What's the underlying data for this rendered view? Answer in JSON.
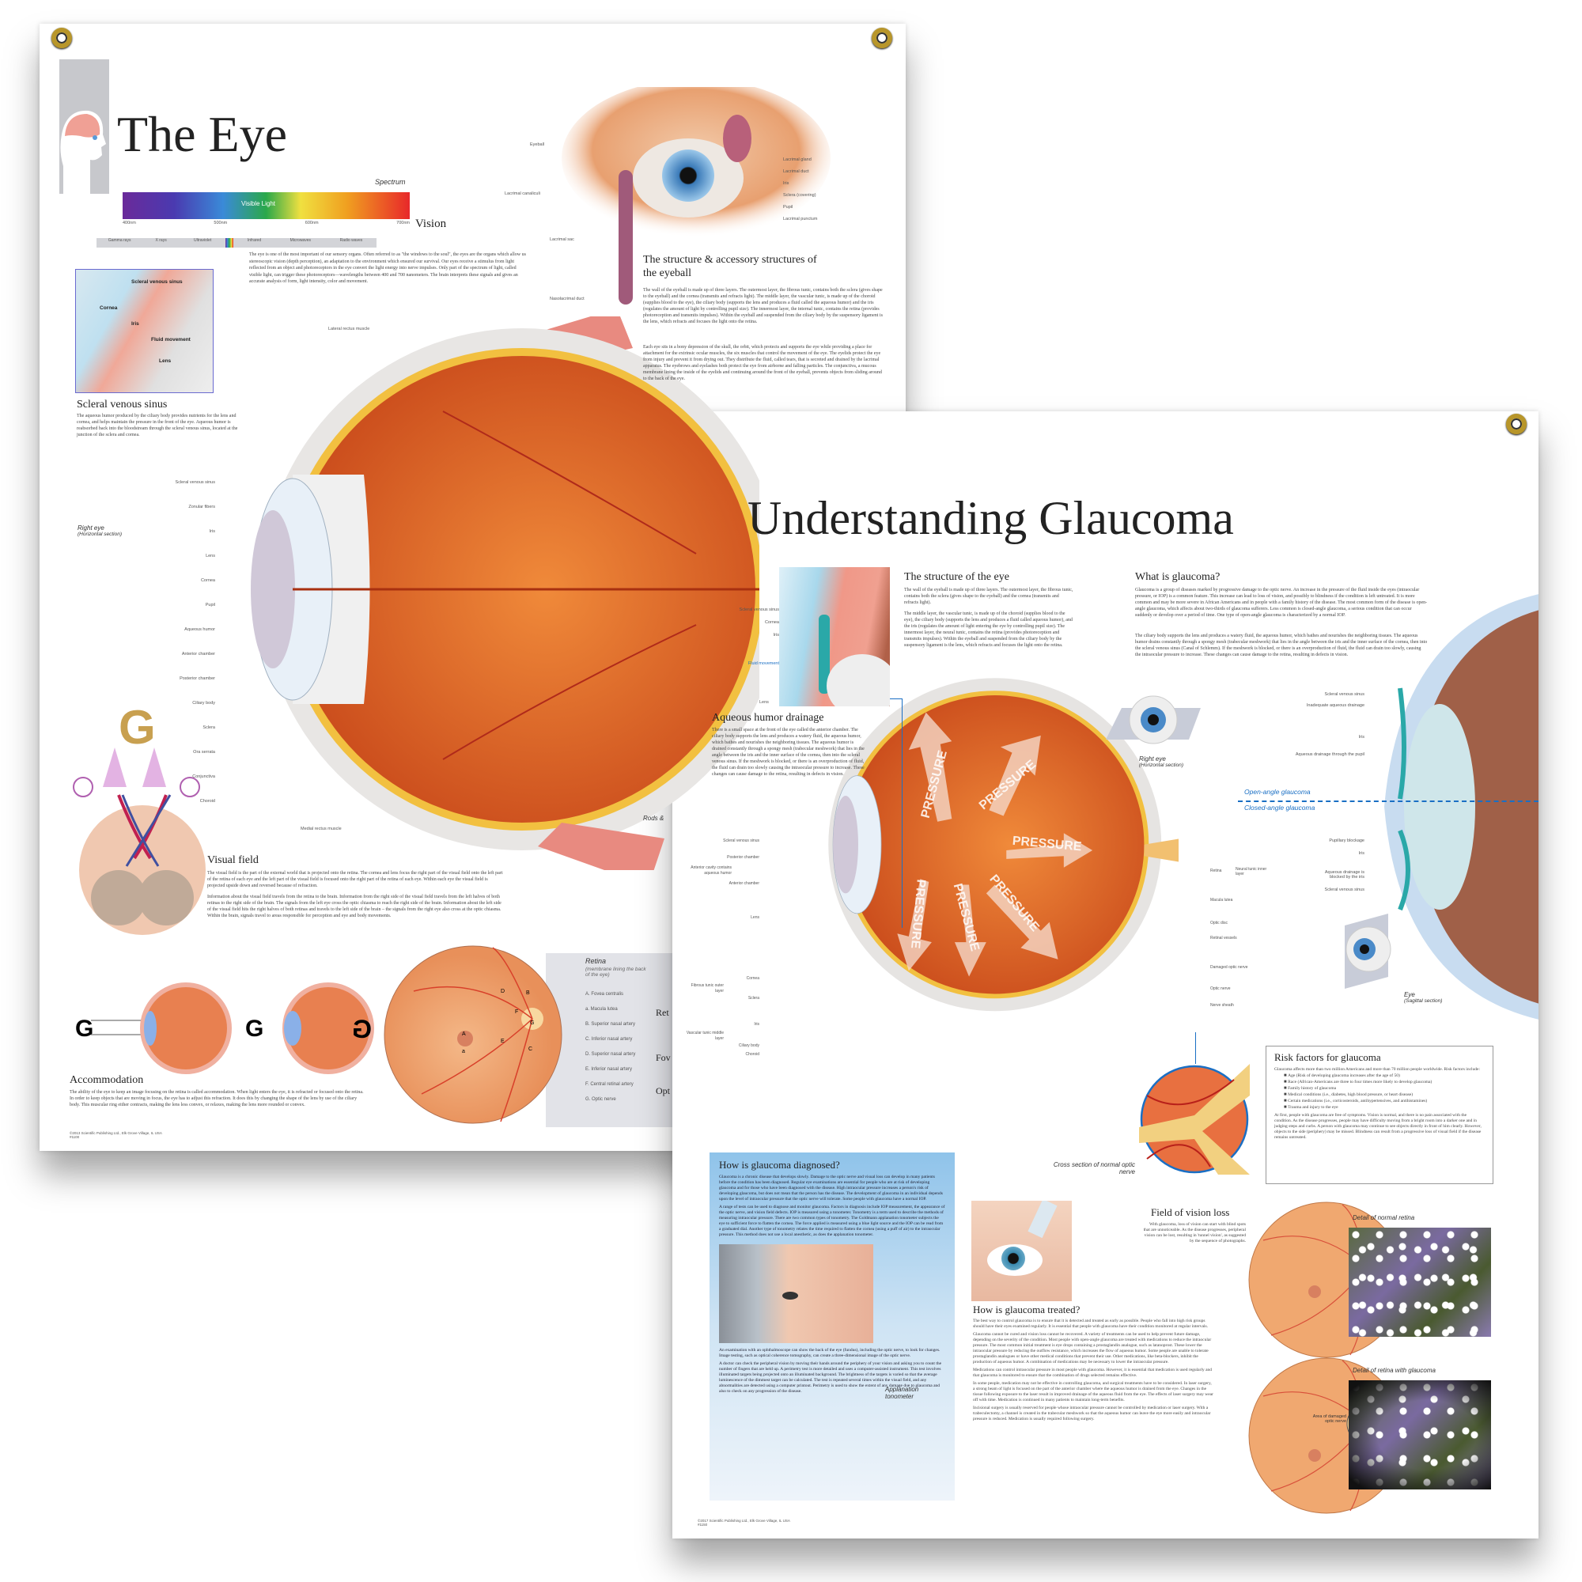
{
  "eye_poster": {
    "title": "The Eye",
    "spectrum": {
      "label": "Spectrum",
      "visible": "Visible Light",
      "ticks": [
        "400nm",
        "500nm",
        "600nm",
        "700nm"
      ],
      "bands": [
        "Gamma rays",
        "X rays",
        "Ultraviolet",
        "",
        "Infrared",
        "Microwaves",
        "Radio waves"
      ]
    },
    "vision": {
      "heading": "Vision",
      "text": "The eye is one of the most important of our sensory organs. Often referred to as \"the windows to the soul\", the eyes are the organs which allow us stereoscopic vision (depth perception), an adaptation to the environment which ensured our survival. Our eyes receive a stimulus from light reflected from an object and photoreceptors in the eye convert the light energy into nerve impulses. Only part of the spectrum of light, called visible light, can trigger these photoreceptors—wavelengths between 400 and 700 nanometers. The brain interprets these signals and gives an accurate analysis of form, light intensity, color and movement."
    },
    "accessory_labels": [
      "Eyeball",
      "Lacrimal gland",
      "Lacrimal duct",
      "Iris",
      "Sclera (covering)",
      "Pupil",
      "Lacrimal punctum",
      "Lacrimal canaliculi",
      "Lacrimal sac",
      "Nasolacrimal duct"
    ],
    "structure": {
      "heading": "The structure & accessory structures of the eyeball",
      "p1": "The wall of the eyeball is made up of three layers. The outermost layer, the fibrous tunic, contains both the sclera (gives shape to the eyeball) and the cornea (transmits and refracts light). The middle layer, the vascular tunic, is made up of the choroid (supplies blood to the eye), the ciliary body (supports the lens and produces a fluid called the aqueous humor) and the iris (regulates the amount of light by controlling pupil size). The innermost layer, the internal tunic, contains the retina (provides photoreception and transmits impulses). Within the eyeball and suspended from the ciliary body by the suspensory ligament is the lens, which refracts and focuses the light onto the retina.",
      "p2": "Each eye sits in a bony depression of the skull, the orbit, which protects and supports the eye while providing a place for attachment for the extrinsic ocular muscles, the six muscles that control the movement of the eye. The eyelids protect the eye from injury and prevent it from drying out. They distribute the fluid, called tears, that is secreted and drained by the lacrimal apparatus. The eyebrows and eyelashes both protect the eye from airborne and falling particles. The conjunctiva, a mucous membrane lining the inside of the eyelids and continuing around the front of the eyeball, prevents objects from sliding around to the back of the eye."
    },
    "scleral": {
      "heading": "Scleral venous sinus",
      "labels": [
        "Scleral venous sinus",
        "Cornea",
        "Iris",
        "Fluid movement",
        "Lens"
      ],
      "text": "The aqueous humor produced by the ciliary body provides nutrients for the lens and cornea, and helps maintain the pressure in the front of the eye. Aqueous humor is reabsorbed back into the bloodstream through the scleral venous sinus, located at the junction of the sclera and cornea."
    },
    "right_eye": {
      "label": "Right eye",
      "sub": "(Horizontal section)"
    },
    "eyeball_labels": [
      "Lateral rectus muscle",
      "Scleral venous sinus",
      "Zonular fibers",
      "Iris",
      "Lens",
      "Cornea",
      "Pupil",
      "Aqueous humor",
      "Anterior chamber",
      "Posterior chamber",
      "Ciliary body",
      "Sclera",
      "Ora serrata",
      "Conjunctiva",
      "Choroid",
      "Medial rectus muscle"
    ],
    "visual_field": {
      "heading": "Visual field",
      "p1": "The visual field is the part of the external world that is projected onto the retina. The cornea and lens focus the right part of the visual field onto the left part of the retina of each eye and the left part of the visual field is focused onto the right part of the retina of each eye. Within each eye the visual field is projected upside down and reversed because of refraction.",
      "p2": "Information about the visual field travels from the retina to the brain. Information from the right side of the visual field travels from the left halves of both retinas to the right side of the brain. The signals from the left eye cross the optic chiasma to reach the right side of the brain. Information about the left side of the visual field hits the right halves of both retinas and travels to the left side of the brain – the signals from the right eye also cross at the optic chiasma. Within the brain, signals travel to areas responsible for perception and eye and body movements."
    },
    "accommodation": {
      "heading": "Accommodation",
      "text": "The ability of the eye to keep an image focusing on the retina is called accommodation. When light enters the eye, it is refracted or focused onto the retina. In order to keep objects that are moving in focus, the eye has to adjust this refraction. It does this by changing the shape of the lens by use of the ciliary body. This muscular ring either contracts, making the lens less convex, or relaxes, making the lens more rounded or convex."
    },
    "retina": {
      "title": "Retina",
      "sub": "(membrane lining the back of the eye)",
      "legend": [
        "A. Fovea centralis",
        "a. Macula lutea",
        "B. Superior nasal artery",
        "C. Inferior nasal artery",
        "D. Superior nasal artery",
        "E. Inferior nasal artery",
        "F. Central retinal artery",
        "G. Optic nerve"
      ],
      "letters": [
        "A",
        "a",
        "B",
        "C",
        "D",
        "E",
        "F",
        "G"
      ]
    },
    "clipped_headings": [
      "Ret",
      "Fov",
      "Opt"
    ],
    "rods_label": "Rods &",
    "copyright": "©2013 Scientific Publishing Ltd., Elk Grove Village, IL USA",
    "code": "#1100"
  },
  "glaucoma_poster": {
    "title": "Understanding Glaucoma",
    "structure": {
      "heading": "The structure of the eye",
      "labels": [
        "Scleral venous sinus",
        "Cornea",
        "Iris",
        "Fluid movement",
        "Lens"
      ],
      "p1": "The wall of the eyeball is made up of three layers. The outermost layer, the fibrous tunic, contains both the sclera (gives shape to the eyeball) and the cornea (transmits and refracts light).",
      "p2": "The middle layer, the vascular tunic, is made up of the choroid (supplies blood to the eye), the ciliary body (supports the lens and produces a fluid called aqueous humor), and the iris (regulates the amount of light entering the eye by controlling pupil size). The innermost layer, the neural tunic, contains the retina (provides photoreception and transmits impulses). Within the eyeball and suspended from the ciliary body by the suspensory ligament is the lens, which refracts and focuses the light onto the retina."
    },
    "what": {
      "heading": "What is glaucoma?",
      "p1": "Glaucoma is a group of diseases marked by progressive damage to the optic nerve. An increase in the pressure of the fluid inside the eyes (intraocular pressure, or IOP) is a common feature. This increase can lead to loss of vision, and possibly to blindness if the condition is left untreated. It is more common and may be more severe in African Americans and in people with a family history of the disease. The most common form of the disease is open-angle glaucoma, which affects about two-thirds of glaucoma sufferers. Less common is closed-angle glaucoma, a serious condition that can occur suddenly or develop over a period of time. One type of open-angle glaucoma is characterized by a normal IOP.",
      "p2": "The ciliary body supports the lens and produces a watery fluid, the aqueous humor, which bathes and nourishes the neighboring tissues. The aqueous humor drains constantly through a spongy mesh (trabecular meshwork) that lies in the angle between the iris and the inner surface of the cornea, then into the scleral venous sinus (Canal of Schlemm). If the meshwork is blocked, or there is an overproduction of fluid, the fluid can drain too slowly, causing the intraocular pressure to increase. These changes can cause damage to the retina, resulting in defects in vision."
    },
    "aqueous": {
      "heading": "Aqueous humor drainage",
      "text": "There is a small space at the front of the eye called the anterior chamber. The ciliary body supports the lens and produces a watery fluid, the aqueous humor, which bathes and nourishes the neighboring tissues. The aqueous humor is drained constantly through a spongy mesh (trabecular meshwork) that lies in the angle between the iris and the inner surface of the cornea, then into the scleral venous sinus. If the meshwork is blocked, or there is an overproduction of fluid, the fluid can drain too slowly causing the intraocular pressure to increase. These changes can cause damage to the retina, resulting in defects in vision."
    },
    "right_eye": {
      "label": "Right eye",
      "sub": "(Horizontal section)"
    },
    "side_labels": [
      "Scleral venous sinus",
      "Inadequate aqueous drainage",
      "Iris",
      "Aqueous drainage through the pupil",
      "Pupillary blockage",
      "Iris",
      "Aqueous drainage is blocked by the iris",
      "Scleral venous sinus"
    ],
    "open_angle": "Open-angle glaucoma",
    "closed_angle": "Closed-angle glaucoma",
    "pressure_word": "PRESSURE",
    "eyeball_labels_left": [
      "Scleral venous sinus",
      "Posterior chamber",
      "Anterior cavity contains aqueous humor",
      "Anterior chamber",
      "Lens",
      "Cornea",
      "Fibrous tunic outer layer",
      "Sclera",
      "Iris",
      "Vascular tunic middle layer",
      "Ciliary body",
      "Choroid"
    ],
    "eyeball_labels_right": [
      "Retina",
      "Neural tunic inner layer",
      "Macula lutea",
      "Optic disc",
      "Retinal vessels",
      "Damaged optic nerve",
      "Optic nerve",
      "Nerve sheath"
    ],
    "sagittal": {
      "label": "Eye",
      "sub": "(Sagittal section)"
    },
    "cross_section": "Cross section of normal optic nerve",
    "risk": {
      "heading": "Risk factors for glaucoma",
      "intro": "Glaucoma affects more than two million Americans and more than 70 million people worldwide. Risk factors include:",
      "items": [
        "Age (Risk of developing glaucoma increases after the age of 50)",
        "Race (African-Americans are three to four times more likely to develop glaucoma)",
        "Family history of glaucoma",
        "Medical conditions (i.e., diabetes, high blood pressure, or heart disease)",
        "Certain medications (i.e., corticosteroids, antihypertensives, and antihistamines)",
        "Trauma and injury to the eye"
      ],
      "outro": "At first, people with glaucoma are free of symptoms. Vision is normal, and there is no pain associated with the condition. As the disease progresses, people may have difficulty moving from a bright room into a darker one and in judging steps and curbs. A person with glaucoma may continue to see objects directly in front of him clearly. However, objects to the side (periphery) may be missed. Blindness can result from a progressive loss of visual field if the disease remains untreated."
    },
    "diagnosed": {
      "heading": "How is glaucoma diagnosed?",
      "p1": "Glaucoma is a chronic disease that develops slowly. Damage to the optic nerve and visual loss can develop in many patients before the condition has been diagnosed. Regular eye examinations are essential for people who are at risk of developing glaucoma and for those who have been diagnosed with the disease. High intraocular pressure increases a person's risk of developing glaucoma, but does not mean that the person has the disease. The development of glaucoma in an individual depends upon the level of intraocular pressure that the optic nerve will tolerate. Some people with glaucoma have a normal IOP.",
      "p2": "A range of tests can be used to diagnose and monitor glaucoma. Factors in diagnosis include IOP measurement, the appearance of the optic nerve, and vision field defects. IOP is measured using a tonometer. Tonometry is a term used to describe the methods of measuring intraocular pressure. There are two common types of tonometry. The Goldmann applanation tonometer subjects the eye to sufficient force to flatten the cornea. The force applied is measured using a blue light source and the IOP can be read from a graduated dial. Another type of tonometry relates the time required to flatten the cornea (using a puff of air) to the intraocular pressure. This method does not use a local anesthetic, as does the applanation tonometer.",
      "tonometer": "Applanation tonometer",
      "p3": "An examination with an ophthalmoscope can show the back of the eye (fundus), including the optic nerve, to look for changes. Image testing, such as optical coherence tomography, can create a three-dimensional image of the optic nerve.",
      "p4": "A doctor can check the peripheral vision by moving their hands around the periphery of your vision and asking you to count the number of fingers that are held up. A perimetry test is more detailed and uses a computer-assisted instrument. This test involves illuminated targets being projected onto an illuminated background. The brightness of the targets is varied so that the average luminescence of the dimmest target can be calculated. The test is repeated several times within the visual field, and any abnormalities are detected using a computer printout. Perimetry is used to show the extent of any damage due to glaucoma and also to check on any progression of the disease."
    },
    "treated": {
      "heading": "How is glaucoma treated?",
      "p1": "The best way to control glaucoma is to ensure that it is detected and treated as early as possible. People who fall into high risk groups should have their eyes examined regularly. It is essential that people with glaucoma have their condition monitored at regular intervals.",
      "p2": "Glaucoma cannot be cured and vision loss cannot be recovered. A variety of treatments can be used to help prevent future damage, depending on the severity of the condition. Most people with open-angle glaucoma are treated with medications to reduce the intraocular pressure. The most common initial treatment is eye drops containing a prostaglandin analogue, such as latanoprost. These lower the intraocular pressure by reducing the outflow resistance, which increases the flow of aqueous humor. Some people are unable to tolerate prostaglandin analogues or have other medical conditions that prevent their use. Other medications, like beta-blockers, inhibit the production of aqueous humor. A combination of medications may be necessary to lower the intraocular pressure.",
      "p3": "Medications can control intraocular pressure in most people with glaucoma. However, it is essential that medication is used regularly and that glaucoma is monitored to ensure that the combination of drugs selected remains effective.",
      "p4": "In some people, medication may not be effective in controlling glaucoma, and surgical treatments have to be considered. In laser surgery, a strong beam of light is focused on the part of the anterior chamber where the aqueous humor is drained from the eye. Changes in the tissue following exposure to the laser result in improved drainage of the aqueous fluid from the eye. The effects of laser surgery may wear off with time. Medication is continued in many patients to maintain long-term benefits.",
      "p5": "Incisional surgery is usually reserved for people whose intraocular pressure cannot be controlled by medication or laser surgery. With a trabeculectomy, a channel is created in the trabecular meshwork so that the aqueous humor can leave the eye more easily and intraocular pressure is reduced. Medication is usually required following surgery."
    },
    "field": {
      "heading": "Field of vision loss",
      "text": "With glaucoma, loss of vision can start with blind spots that are unnoticeable. As the disease progresses, peripheral vision can be lost, resulting in 'tunnel vision', as suggested by the sequence of photographs.",
      "normal": "Detail of normal retina",
      "glaucoma": "Detail of retina with glaucoma",
      "damaged": "Area of damaged optic nerve"
    },
    "copyright": "©2017 Scientific Publishing Ltd., Elk Grove Village, IL USA",
    "code": "#1150"
  },
  "colors": {
    "grommet": "#b8962a",
    "gray_bar": "#c7c8cc",
    "blue_box": "#8fc3ea",
    "eye_orange": "#e8692a",
    "label_blue": "#1a6fc4"
  }
}
